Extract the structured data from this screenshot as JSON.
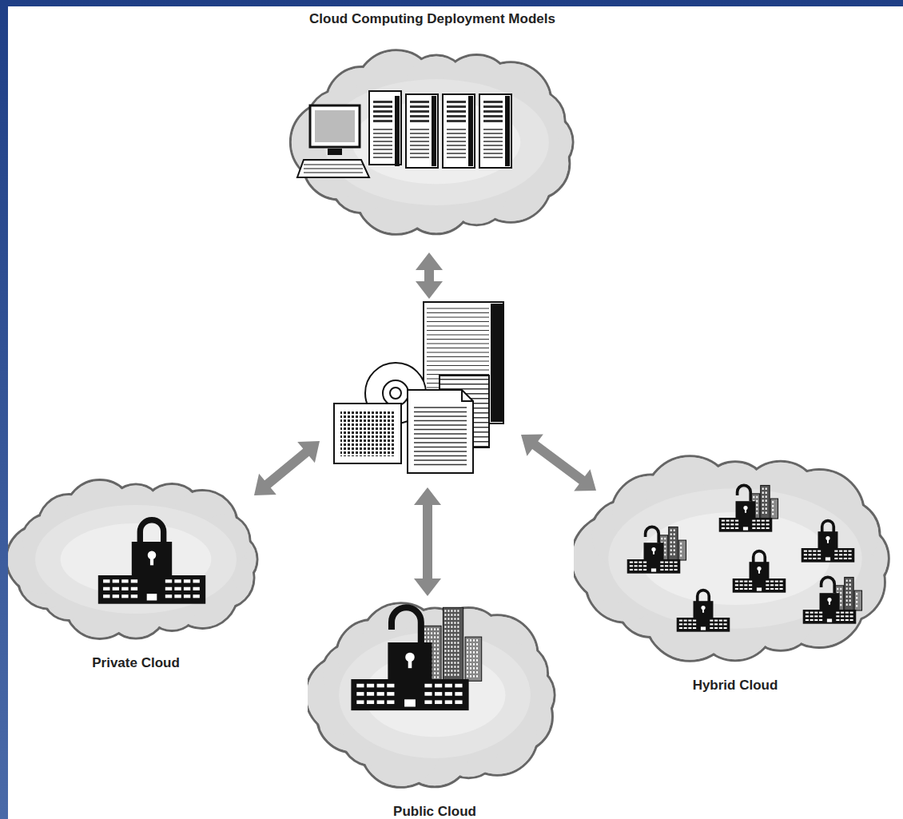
{
  "diagram": {
    "title": "Cloud Computing Deployment Models",
    "nodes": [
      {
        "text": [
          "Private Cloud"
        ]
      },
      {
        "text": [
          "Public Cloud"
        ]
      },
      {
        "text": [
          "Hybrid Cloud"
        ]
      }
    ]
  }
}
